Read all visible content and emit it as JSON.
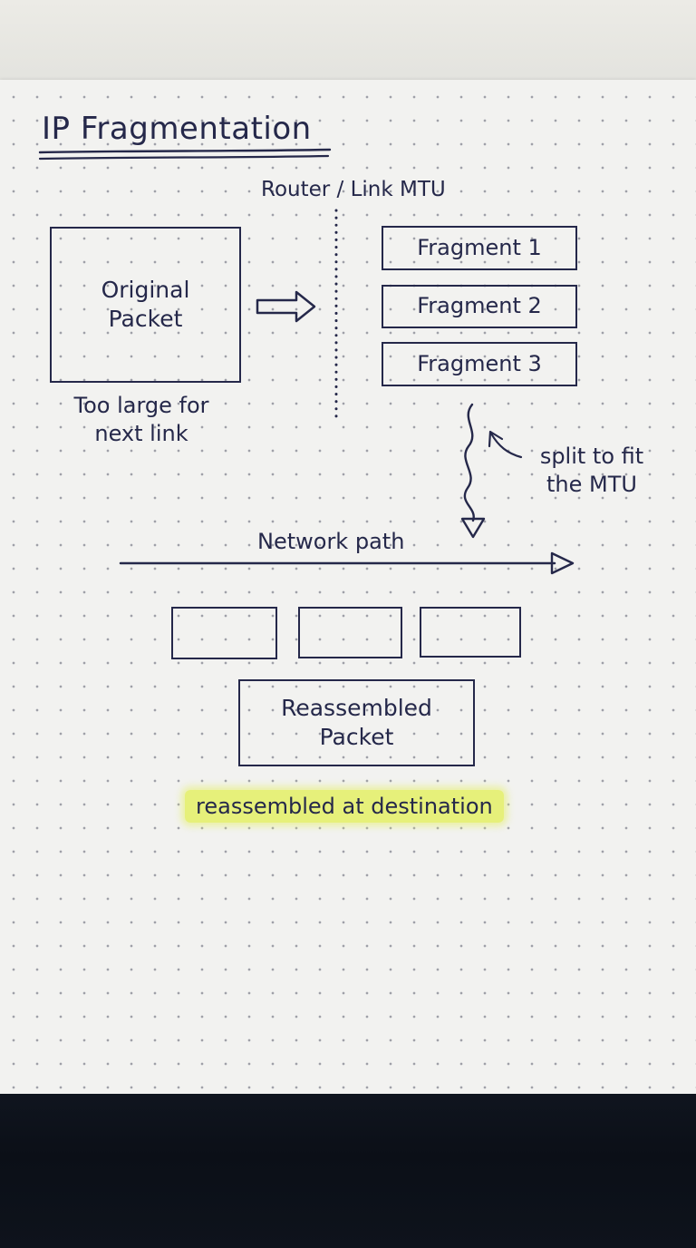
{
  "title": "IP Fragmentation",
  "router_label": "Router / Link MTU",
  "original_packet": {
    "line1": "Original",
    "line2": "Packet"
  },
  "too_large_note": {
    "line1": "Too large for",
    "line2": "next link"
  },
  "fragments": [
    "Fragment 1",
    "Fragment 2",
    "Fragment 3"
  ],
  "split_note": {
    "line1": "split to fit",
    "line2": "the MTU"
  },
  "network_path_label": "Network path",
  "reassembled_packet": {
    "line1": "Reassembled",
    "line2": "Packet"
  },
  "destination_note": "reassembled at destination",
  "colors": {
    "ink": "#25284a",
    "highlight": "#e6f07a",
    "paper": "#f2f2f0"
  }
}
